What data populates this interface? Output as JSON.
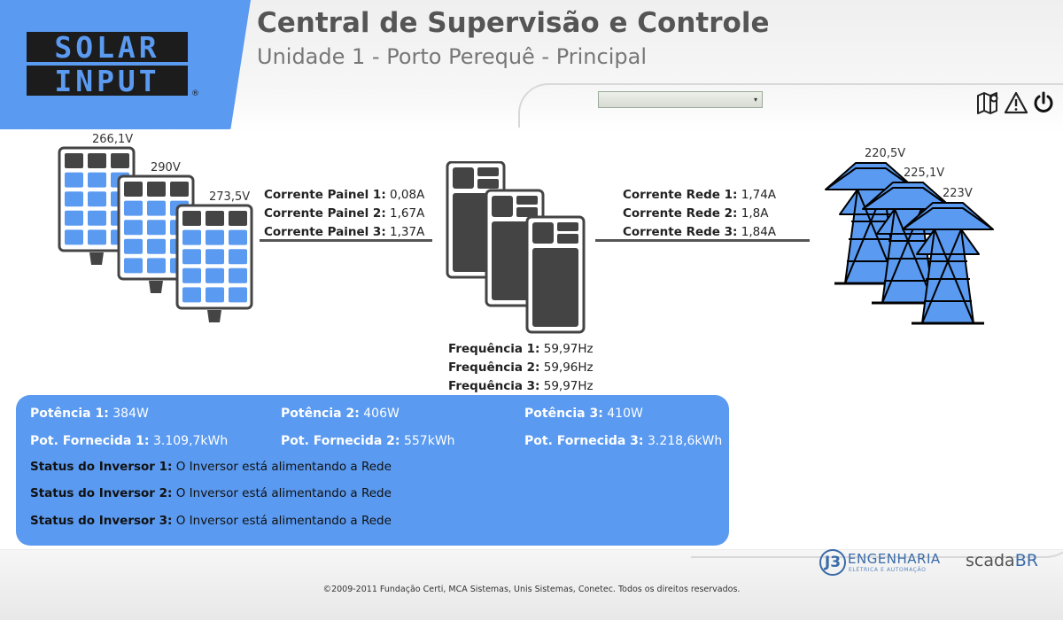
{
  "header": {
    "logo_line1": "SOLAR",
    "logo_line2": "INPUT",
    "logo_mark": "®",
    "title": "Central de Supervisão e Controle",
    "subtitle": "Unidade 1 - Porto Perequê - Principal",
    "unit_select": {
      "value": "",
      "arrow": "▾"
    },
    "icons": [
      "map-icon",
      "alert-icon",
      "power-icon"
    ]
  },
  "panels": [
    {
      "voltage": "266,1V"
    },
    {
      "voltage": "290V"
    },
    {
      "voltage": "273,5V"
    }
  ],
  "panel_currents": [
    {
      "label": "Corrente Painel 1:",
      "value": "0,08A"
    },
    {
      "label": "Corrente Painel 2:",
      "value": "1,67A"
    },
    {
      "label": "Corrente Painel 3:",
      "value": "1,37A"
    }
  ],
  "grid_currents": [
    {
      "label": "Corrente Rede 1:",
      "value": "1,74A"
    },
    {
      "label": "Corrente Rede 2:",
      "value": "1,8A"
    },
    {
      "label": "Corrente Rede 3:",
      "value": "1,84A"
    }
  ],
  "towers": [
    {
      "voltage": "220,5V"
    },
    {
      "voltage": "225,1V"
    },
    {
      "voltage": "223V"
    }
  ],
  "frequencies": [
    {
      "label": "Frequência 1:",
      "value": "59,97Hz"
    },
    {
      "label": "Frequência 2:",
      "value": "59,96Hz"
    },
    {
      "label": "Frequência 3:",
      "value": "59,97Hz"
    }
  ],
  "info": {
    "power": [
      {
        "label": "Potência 1:",
        "value": "384W"
      },
      {
        "label": "Potência 2:",
        "value": "406W"
      },
      {
        "label": "Potência 3:",
        "value": "410W"
      }
    ],
    "supplied": [
      {
        "label": "Pot. Fornecida 1:",
        "value": "3.109,7kWh"
      },
      {
        "label": "Pot. Fornecida 2:",
        "value": "557kWh"
      },
      {
        "label": "Pot. Fornecida 3:",
        "value": "3.218,6kWh"
      }
    ],
    "status": [
      {
        "label": "Status do Inversor 1:",
        "value": "O Inversor está alimentando a Rede"
      },
      {
        "label": "Status do Inversor 2:",
        "value": "O Inversor está alimentando a Rede"
      },
      {
        "label": "Status do Inversor 3:",
        "value": "O Inversor está alimentando a Rede"
      }
    ]
  },
  "footer": {
    "j3_mark": "J3",
    "j3_name": "ENGENHARIA",
    "j3_sub": "ELÉTRICA E AUTOMAÇÃO",
    "scada_name": "scada",
    "scada_suffix": "BR",
    "copyright": "©2009-2011 Fundação Certi, MCA Sistemas, Unis Sistemas, Conetec. Todos os direitos reservados."
  },
  "colors": {
    "accent": "#5a9af0",
    "panel_cell": "#5a9af0",
    "frame_dark": "#444444",
    "tower_fill": "#5a9af0"
  }
}
